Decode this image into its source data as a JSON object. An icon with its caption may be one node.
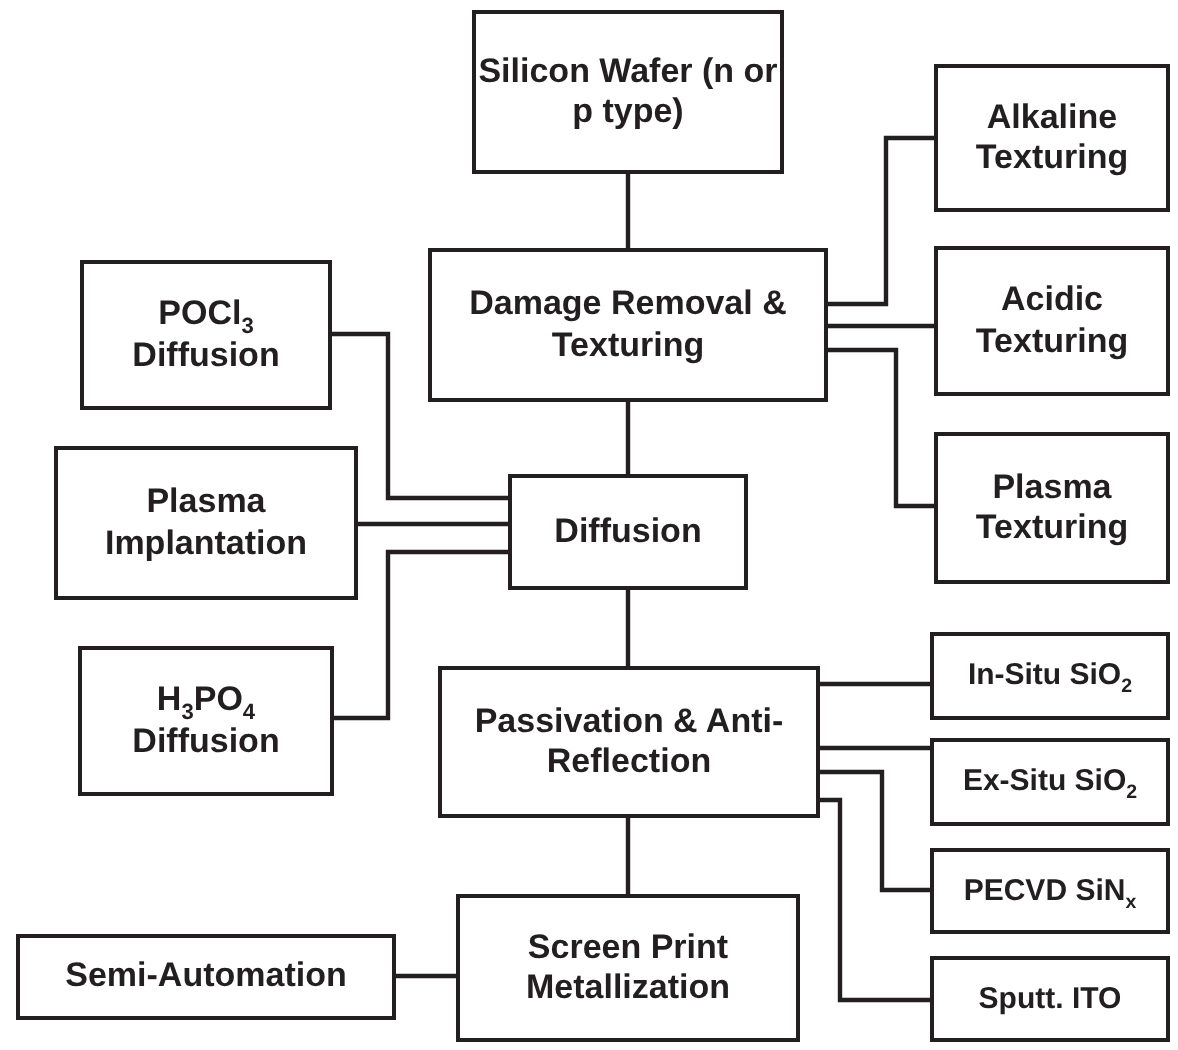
{
  "diagram": {
    "nodes": [
      {
        "text": [
          "Silicon Wafer (n or p type)"
        ]
      },
      {
        "text": [
          "Damage Removal & Texturing"
        ]
      },
      {
        "text": [
          "Alkaline Texturing"
        ]
      },
      {
        "text": [
          "Acidic Texturing"
        ]
      },
      {
        "text": [
          "Plasma Texturing"
        ]
      },
      {
        "text": [
          "POCl$_{3}$ Diffusion"
        ]
      },
      {
        "text": [
          "Plasma Implantation"
        ]
      },
      {
        "text": [
          "Diffusion"
        ]
      },
      {
        "text": [
          "H$_{3}$PO$_{4}$ Diffusion"
        ]
      },
      {
        "text": [
          "Passivation & Anti-Reflection"
        ]
      },
      {
        "text": [
          "In-Situ SiO$_{2}$"
        ]
      },
      {
        "text": [
          "Ex-Situ SiO$_{2}$"
        ]
      },
      {
        "text": [
          "PECVD SiN$_{x}$"
        ]
      },
      {
        "text": [
          "Sputt. ITO"
        ]
      },
      {
        "text": [
          "Semi-Automation"
        ]
      },
      {
        "text": [
          "Screen Print Metallization"
        ]
      }
    ],
    "edges": [
      {
        "from": 0,
        "to": 1,
        "arrow": "none"
      },
      {
        "from": 1,
        "to": 2,
        "arrow": "none"
      },
      {
        "from": 1,
        "to": 3,
        "arrow": "none"
      },
      {
        "from": 1,
        "to": 4,
        "arrow": "none"
      },
      {
        "from": 5,
        "to": 7,
        "arrow": "none"
      },
      {
        "from": 6,
        "to": 7,
        "arrow": "none"
      },
      {
        "from": 8,
        "to": 7,
        "arrow": "none"
      },
      {
        "from": 1,
        "to": 7,
        "arrow": "none"
      },
      {
        "from": 7,
        "to": 9,
        "arrow": "none"
      },
      {
        "from": 9,
        "to": 10,
        "arrow": "none"
      },
      {
        "from": 9,
        "to": 11,
        "arrow": "none"
      },
      {
        "from": 9,
        "to": 12,
        "arrow": "none"
      },
      {
        "from": 9,
        "to": 13,
        "arrow": "none"
      },
      {
        "from": 9,
        "to": 15,
        "arrow": "none"
      },
      {
        "from": 15,
        "to": 14,
        "arrow": "none"
      }
    ]
  }
}
